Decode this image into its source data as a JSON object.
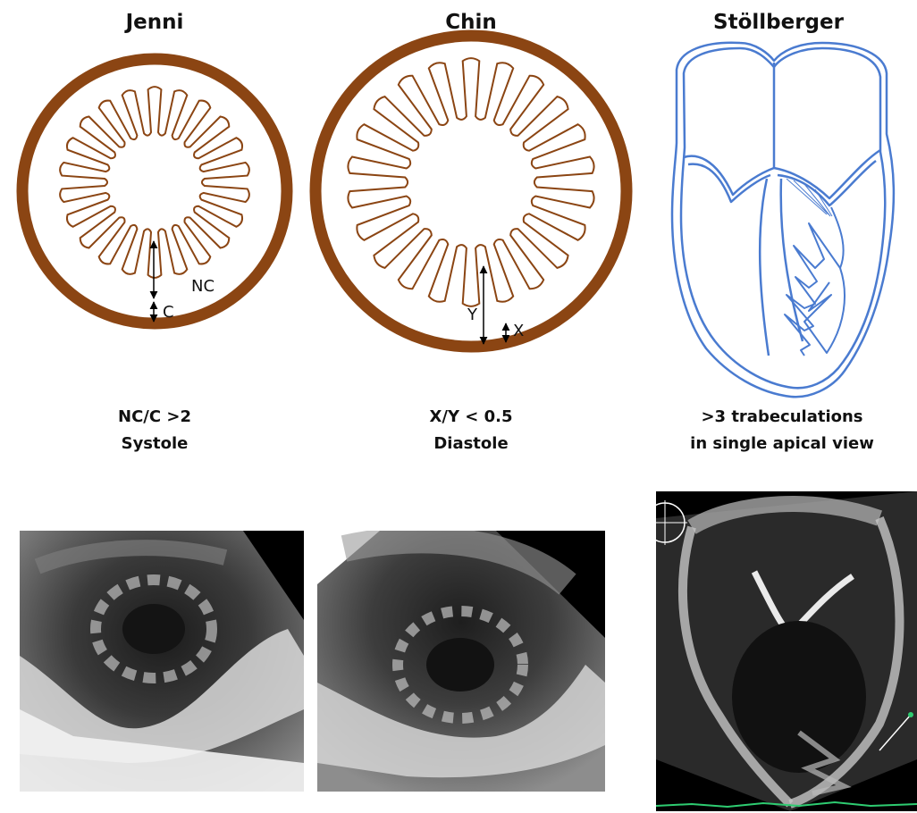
{
  "columns": [
    {
      "title": "Jenni",
      "criterion_line1": "NC/C >2",
      "criterion_line2": "Systole",
      "labels": {
        "noncompacted": "NC",
        "compacted": "C"
      }
    },
    {
      "title": "Chin",
      "criterion_line1": "X/Y < 0.5",
      "criterion_line2": "Diastole",
      "labels": {
        "x": "X",
        "y": "Y"
      }
    },
    {
      "title": "Stöllberger",
      "criterion_line1": ">3 trabeculations",
      "criterion_line2": "in single apical view"
    }
  ],
  "colors": {
    "myocardium_wall": "#8B4513",
    "trabeculae_outline": "#8B4513",
    "heart_outline": "#4A7BD0",
    "arrow": "#000000"
  }
}
